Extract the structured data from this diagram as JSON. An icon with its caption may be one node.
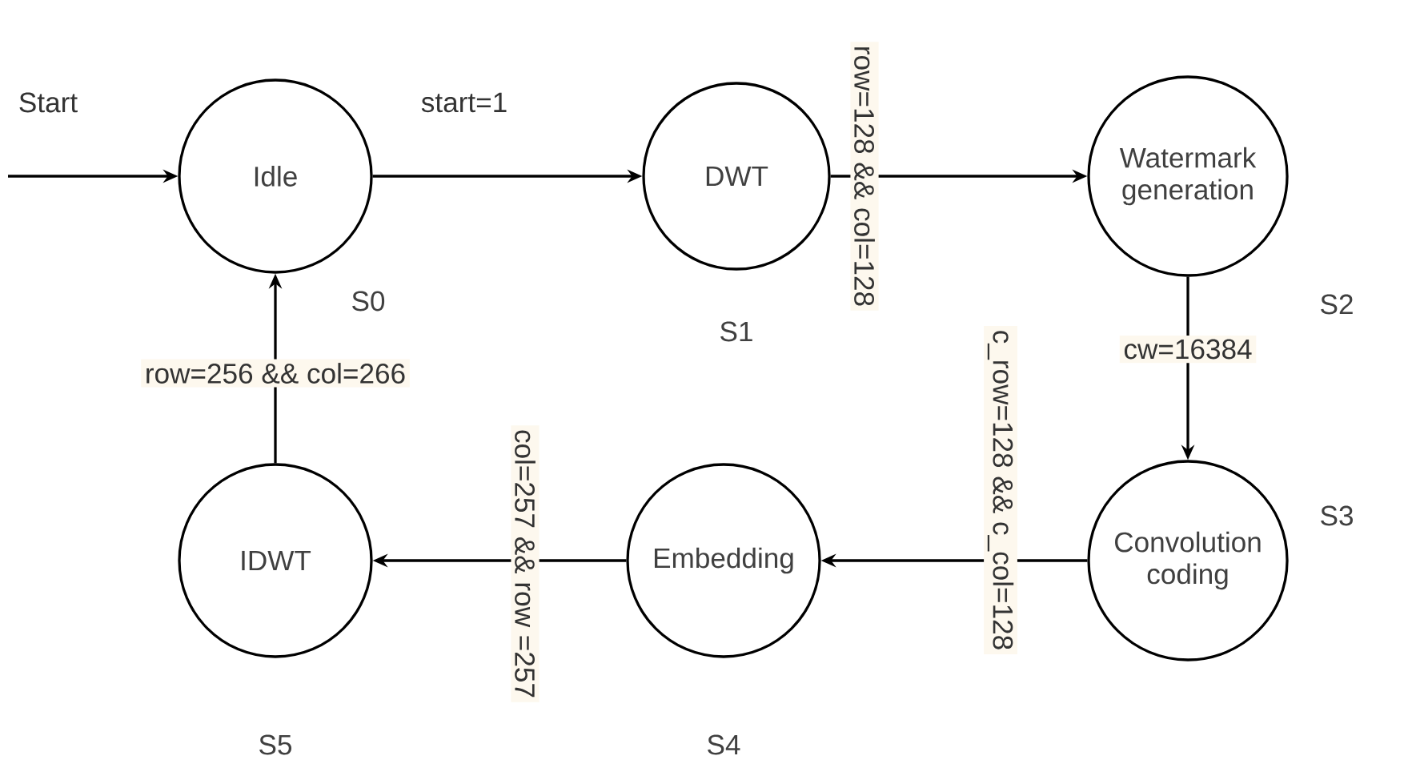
{
  "diagram": {
    "nodes": [
      {
        "text": [
          "Idle"
        ],
        "beside": [
          "S0"
        ]
      },
      {
        "text": [
          "DWT"
        ],
        "beside": [
          "S1"
        ]
      },
      {
        "text": [
          "Watermark generation"
        ],
        "beside": [
          "S2"
        ]
      },
      {
        "text": [
          "Convolution coding"
        ],
        "beside": [
          "S3"
        ]
      },
      {
        "text": [
          "Embedding"
        ],
        "beside": [
          "S4"
        ]
      },
      {
        "text": [
          "IDWT"
        ],
        "beside": [
          "S5"
        ]
      }
    ],
    "edges": [
      {
        "from": null,
        "to": 0,
        "arrow": "to",
        "label": "Start"
      },
      {
        "from": 0,
        "to": 1,
        "arrow": "to",
        "label": "start=1"
      },
      {
        "from": 1,
        "to": 2,
        "arrow": "to",
        "label": "row=128 && col=128"
      },
      {
        "from": 2,
        "to": 3,
        "arrow": "to",
        "label": "cw=16384"
      },
      {
        "from": 3,
        "to": 4,
        "arrow": "to",
        "label": "c_row=128 && c_col=128"
      },
      {
        "from": 4,
        "to": 5,
        "arrow": "to",
        "label": "col=257 && row =257"
      },
      {
        "from": 5,
        "to": 0,
        "arrow": "to",
        "label": "row=256 &&  col=266"
      }
    ]
  }
}
